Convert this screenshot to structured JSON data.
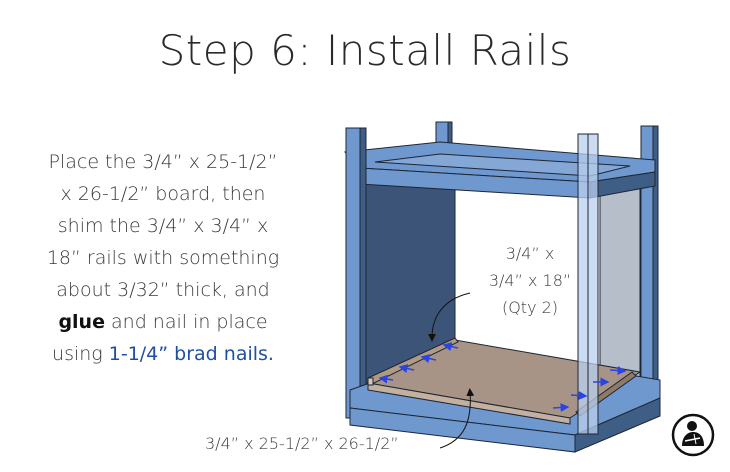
{
  "title": "Step 6: Install Rails",
  "instructions": {
    "line1": "Place the 3/4” x 25-1/2”",
    "line2": "x 26-1/2” board, then",
    "line3": "shim the 3/4” x 3/4” x",
    "line4": "18” rails with something",
    "line5": "about 3/32” thick, and",
    "line6_bold": "glue",
    "line6_rest": " and nail in place",
    "line7_prefix": "using ",
    "line7_link": "1-1/4” brad nails."
  },
  "diagram": {
    "rail_label": {
      "line1": "3/4” x",
      "line2": "3/4” x 18”",
      "line3": "(Qty 2)"
    },
    "board_label": "3/4” x 25-1/2” x 26-1/2”",
    "colors": {
      "frame": "#6f98cf",
      "frame_dark": "#3f5e86",
      "side_panel": "#3b5478",
      "glass_panel": "#a9b3bf",
      "board": "#a89486",
      "rail": "#b09a84",
      "arrow": "#2a45e6"
    }
  },
  "logo": {
    "icon": "woodworker-logo-icon"
  }
}
